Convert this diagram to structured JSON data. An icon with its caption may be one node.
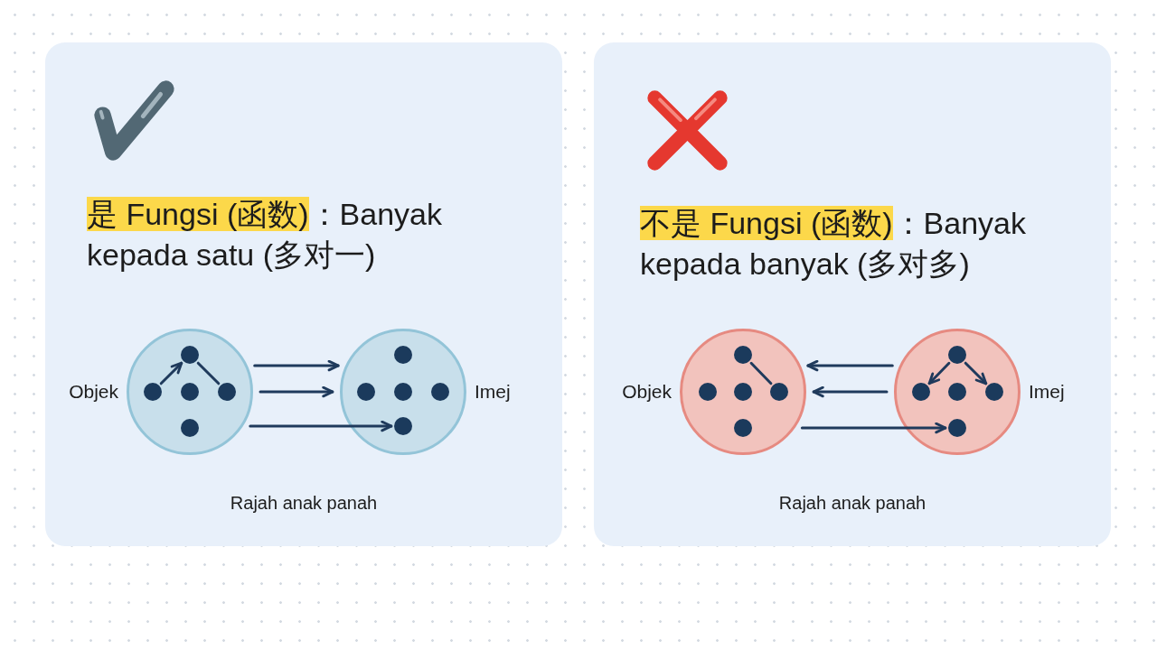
{
  "diagram": {
    "nodes": [
      {
        "text": [
          "**是 Fungsi (函数)**：Banyak kepada satu (多对一)",
          "Rajah anak panah"
        ]
      },
      {
        "text": [
          "Objek"
        ],
        "in": 0
      },
      {
        "text": [],
        "shape": "circle",
        "in": 1
      },
      {
        "text": [],
        "shape": "circle",
        "in": 1
      },
      {
        "text": [],
        "shape": "circle",
        "in": 1
      },
      {
        "text": [],
        "shape": "circle",
        "in": 1
      },
      {
        "text": [],
        "shape": "circle",
        "in": 1
      },
      {
        "text": [
          "Imej"
        ],
        "in": 0
      },
      {
        "text": [],
        "shape": "circle",
        "in": 7
      },
      {
        "text": [],
        "shape": "circle",
        "in": 7
      },
      {
        "text": [],
        "shape": "circle",
        "in": 7
      },
      {
        "text": [],
        "shape": "circle",
        "in": 7
      },
      {
        "text": [],
        "shape": "circle",
        "in": 7
      },
      {
        "text": [
          "**不是 Fungsi (函数)**：Banyak kepada banyak (多对多)",
          "Rajah anak panah"
        ]
      },
      {
        "text": [
          "Objek"
        ],
        "in": 13
      },
      {
        "text": [],
        "shape": "circle",
        "in": 14
      },
      {
        "text": [],
        "shape": "circle",
        "in": 14
      },
      {
        "text": [],
        "shape": "circle",
        "in": 14
      },
      {
        "text": [],
        "shape": "circle",
        "in": 14
      },
      {
        "text": [],
        "shape": "circle",
        "in": 14
      },
      {
        "text": [
          "Imej"
        ],
        "in": 13
      },
      {
        "text": [],
        "shape": "circle",
        "in": 20
      },
      {
        "text": [],
        "shape": "circle",
        "in": 20
      },
      {
        "text": [],
        "shape": "circle",
        "in": 20
      },
      {
        "text": [],
        "shape": "circle",
        "in": 20
      },
      {
        "text": [],
        "shape": "circle",
        "in": 20
      }
    ],
    "edges": [
      {
        "from": 3,
        "to": 2,
        "arrow": "to"
      },
      {
        "from": 2,
        "to": 5,
        "arrow": "none"
      },
      {
        "from": 1,
        "to": 7,
        "arrow": "to"
      },
      {
        "from": 1,
        "to": 7,
        "arrow": "to"
      },
      {
        "from": 1,
        "to": 12,
        "arrow": "to"
      },
      {
        "from": 20,
        "to": 14,
        "arrow": "to"
      },
      {
        "from": 15,
        "to": 18,
        "arrow": "none"
      },
      {
        "from": 20,
        "to": 14,
        "arrow": "to"
      },
      {
        "from": 14,
        "to": 25,
        "arrow": "to"
      },
      {
        "from": 21,
        "to": 22,
        "arrow": "to"
      },
      {
        "from": 21,
        "to": 24,
        "arrow": "to"
      }
    ]
  }
}
